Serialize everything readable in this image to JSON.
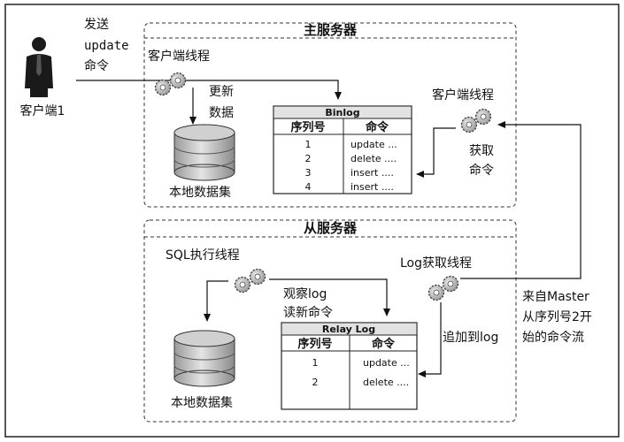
{
  "client": {
    "label": "客户端1",
    "send_lines": [
      "发送",
      "update",
      "命令"
    ]
  },
  "master": {
    "title": "主服务器",
    "client_thread_left": "客户端线程",
    "update_data_lines": [
      "更新",
      "数据"
    ],
    "local_dataset": "本地数据集",
    "client_thread_right": "客户端线程",
    "fetch_cmd_lines": [
      "获取",
      "命令"
    ],
    "binlog": {
      "title": "Binlog",
      "col_seq": "序列号",
      "col_cmd": "命令",
      "rows": [
        {
          "seq": "1",
          "cmd": "update ..."
        },
        {
          "seq": "2",
          "cmd": "delete ...."
        },
        {
          "seq": "3",
          "cmd": "insert ...."
        },
        {
          "seq": "4",
          "cmd": "insert ...."
        }
      ]
    }
  },
  "slave": {
    "title": "从服务器",
    "sql_thread": "SQL执行线程",
    "log_fetch_thread": "Log获取线程",
    "observe_lines": [
      "观察log",
      "读新命令"
    ],
    "append_label": "追加到log",
    "local_dataset": "本地数据集",
    "relaylog": {
      "title": "Relay Log",
      "col_seq": "序列号",
      "col_cmd": "命令",
      "rows": [
        {
          "seq": "1",
          "cmd": "update ..."
        },
        {
          "seq": "2",
          "cmd": "delete ...."
        }
      ]
    }
  },
  "stream_lines": [
    "来自Master",
    "从序列号2开",
    "始的命令流"
  ]
}
